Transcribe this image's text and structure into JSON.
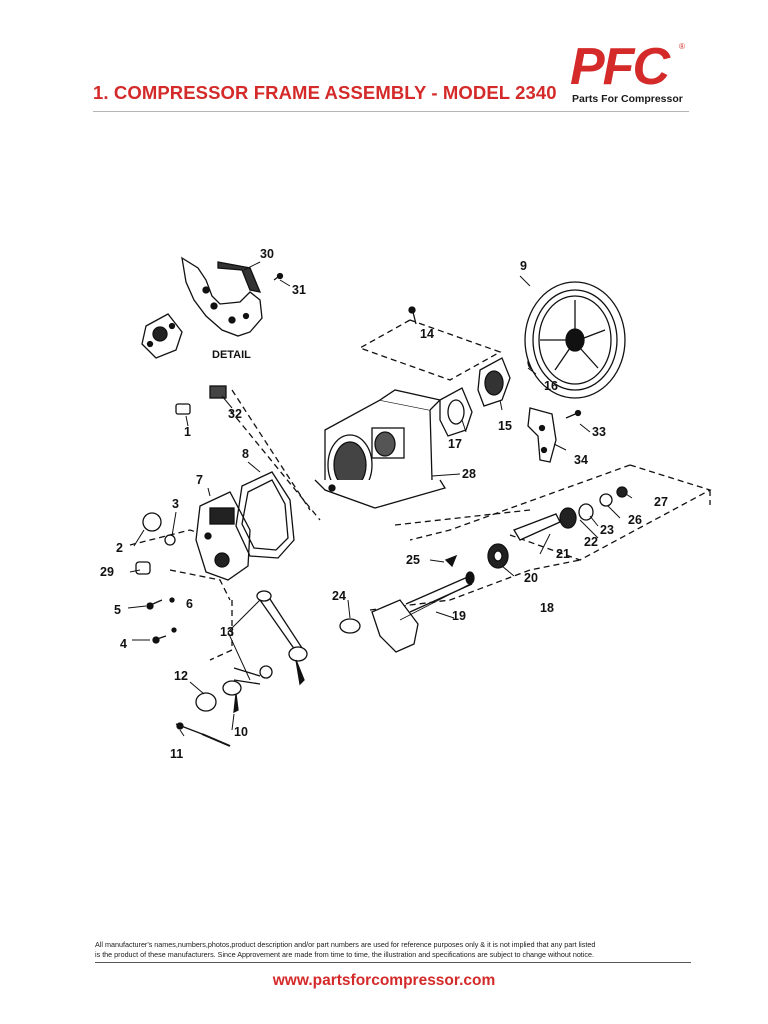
{
  "header": {
    "title": "1. COMPRESSOR FRAME ASSEMBLY - MODEL 2340",
    "logo_text": "PFC",
    "logo_tagline": "Parts For Compressor",
    "registered_mark": "®"
  },
  "diagram": {
    "detail_label": "DETAIL",
    "part_labels": {
      "p1": "1",
      "p2": "2",
      "p3": "3",
      "p4": "4",
      "p5": "5",
      "p6": "6",
      "p7": "7",
      "p8": "8",
      "p9": "9",
      "p10": "10",
      "p11": "11",
      "p12": "12",
      "p13": "13",
      "p14": "14",
      "p15": "15",
      "p16": "16",
      "p17": "17",
      "p18": "18",
      "p19": "19",
      "p20": "20",
      "p21": "21",
      "p22": "22",
      "p23": "23",
      "p24": "24",
      "p25": "25",
      "p26": "26",
      "p27": "27",
      "p28": "28",
      "p29": "29",
      "p30": "30",
      "p31": "31",
      "p32": "32",
      "p33": "33",
      "p34": "34"
    }
  },
  "footer": {
    "disclaimer_line1": "All manufacturer's names,numbers,photos,product description and/or part numbers are used for reference purposes only & it is not implied that any part listed",
    "disclaimer_line2": "is the product of these manufacturers.  Since Approvement are made from time to time,  the illustration and specifications are subject to change without notice.",
    "website": "www.partsforcompressor.com"
  },
  "colors": {
    "accent_red": "#d42a2a",
    "line": "#111111"
  }
}
